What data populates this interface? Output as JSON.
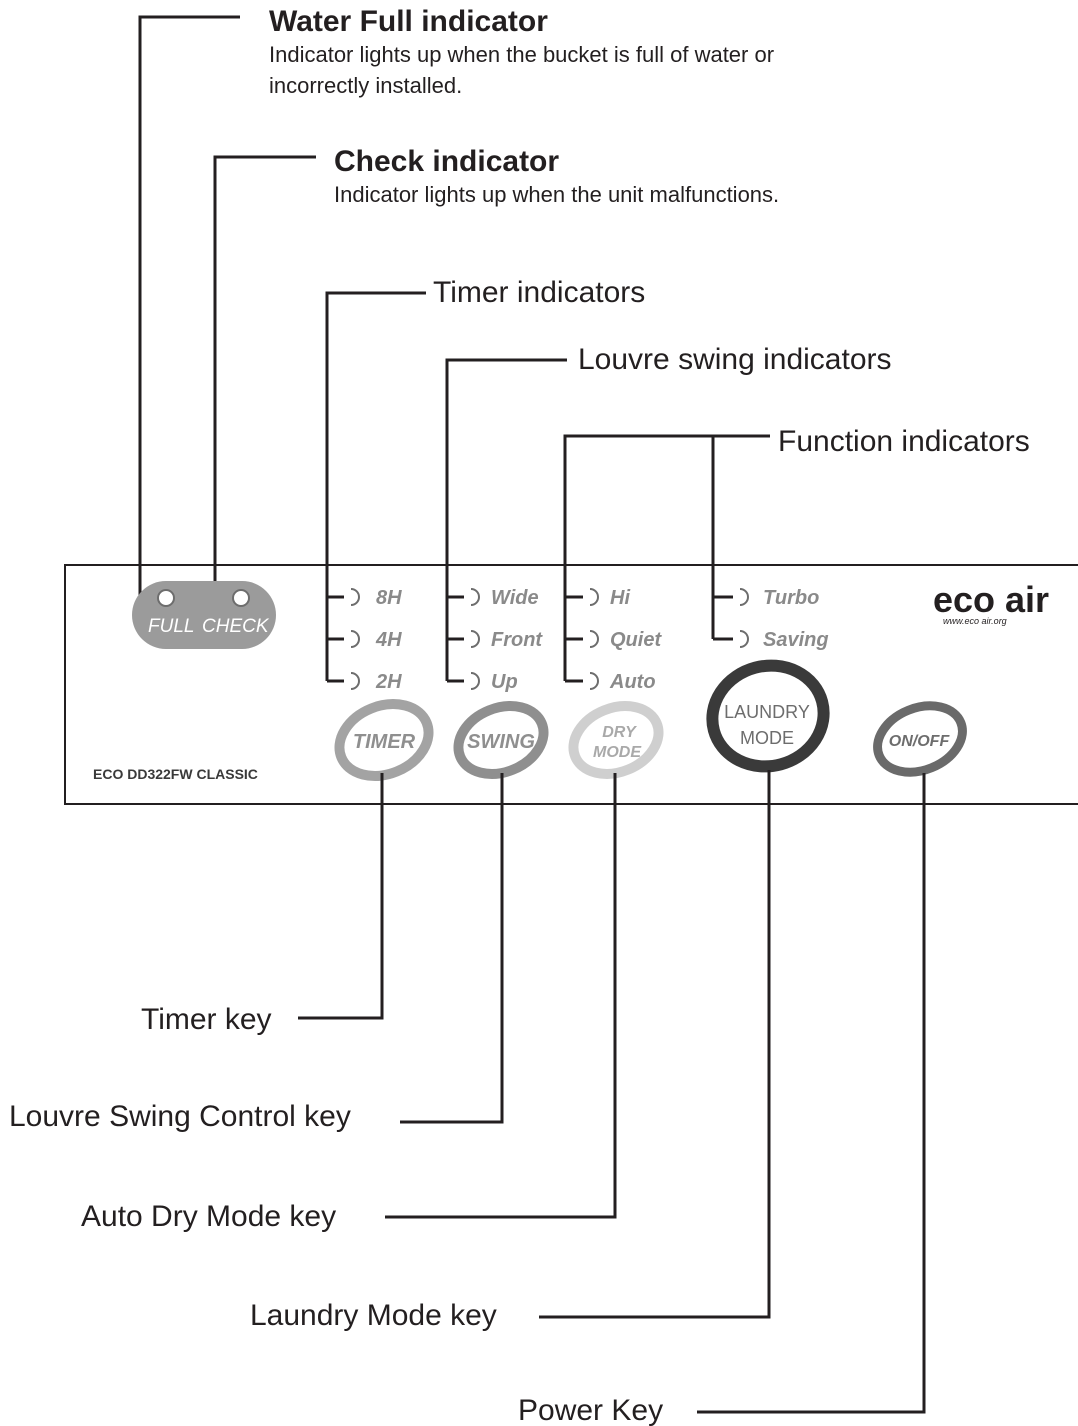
{
  "labels": {
    "water_full": {
      "title": "Water Full indicator",
      "desc1": "Indicator lights up when the bucket is full of water or",
      "desc2": "incorrectly installed."
    },
    "check": {
      "title": "Check indicator",
      "desc": "Indicator lights up when the unit malfunctions."
    },
    "timer_indicators": "Timer indicators",
    "louvre_indicators": "Louvre swing indicators",
    "function_indicators": "Function indicators",
    "timer_key": "Timer key",
    "louvre_key": "Louvre Swing Control key",
    "dry_key": "Auto Dry Mode key",
    "laundry_key": "Laundry Mode key",
    "power_key": "Power Key"
  },
  "panel": {
    "full": "FULL",
    "check": "CHECK",
    "model": "ECO DD322FW CLASSIC",
    "brand": "eco air",
    "url": "www.eco air.org",
    "timer": [
      "8H",
      "4H",
      "2H"
    ],
    "swing": [
      "Wide",
      "Front",
      "Up"
    ],
    "func1": [
      "Hi",
      "Quiet",
      "Auto"
    ],
    "func2": [
      "Turbo",
      "Saving"
    ]
  },
  "keys": {
    "timer": "TIMER",
    "swing": "SWING",
    "dry1": "DRY",
    "dry2": "MODE",
    "laundry1": "LAUNDRY",
    "laundry2": "MODE",
    "onoff": "ON/OFF"
  }
}
